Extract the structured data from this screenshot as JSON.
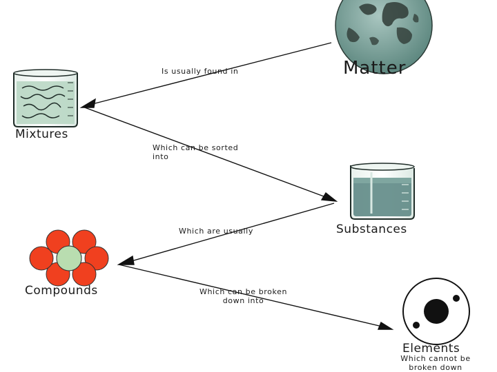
{
  "nodes": {
    "matter": {
      "label": "Matter"
    },
    "mixtures": {
      "label": "Mixtures"
    },
    "substances": {
      "label": "Substances"
    },
    "compounds": {
      "label": "Compounds"
    },
    "elements": {
      "label": "Elements",
      "description": "Which cannot be\nbroken down"
    }
  },
  "edges": [
    {
      "from": "matter",
      "to": "mixtures",
      "label": "Is usually found in"
    },
    {
      "from": "mixtures",
      "to": "substances",
      "label": "Which can be sorted\ninto"
    },
    {
      "from": "substances",
      "to": "compounds",
      "label": "Which are usually"
    },
    {
      "from": "compounds",
      "to": "elements",
      "label": "Which can be broken\ndown into"
    }
  ],
  "colors": {
    "globe_water": "#7fa6a0",
    "globe_land": "#2f3b36",
    "beaker_liquid": "#b9d7c4",
    "beaker_liquid_dark": "#5f8a86",
    "compound_atoms": "#f0401f",
    "compound_center": "#b9ddb0",
    "atom_core": "#111111"
  },
  "icons": [
    "globe-icon",
    "mixture-beaker-icon",
    "substance-beaker-icon",
    "compound-molecule-icon",
    "atom-icon"
  ]
}
